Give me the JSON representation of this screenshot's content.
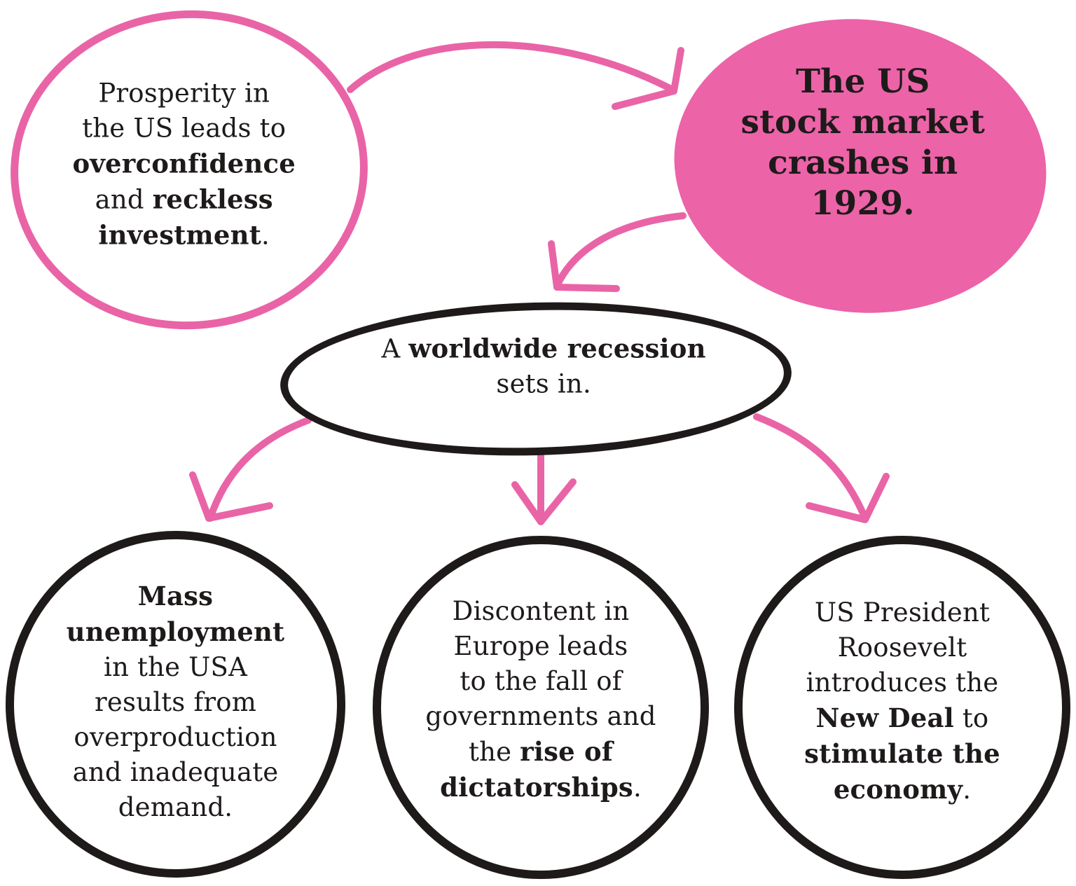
{
  "colors": {
    "accent_pink": "#ec63a8",
    "outline_pink": "#e964a6",
    "ink": "#1e1a1a",
    "background": "#ffffff"
  },
  "nodes": {
    "prosperity": {
      "l1": "Prosperity in",
      "l2": "the US leads to",
      "l3": "overconfidence",
      "l4a": "and ",
      "l4b": "reckless",
      "l5a": "investment",
      "l5b": "."
    },
    "crash": {
      "l1": "The US",
      "l2": "stock market",
      "l3": "crashes in",
      "l4": "1929."
    },
    "recession": {
      "l1a": "A ",
      "l1b": "worldwide recession",
      "l2": "sets in."
    },
    "unemployment": {
      "l1": "Mass",
      "l2": "unemployment",
      "l3": "in the USA",
      "l4": "results from",
      "l5": "overproduction",
      "l6": "and inadequate",
      "l7": "demand."
    },
    "discontent": {
      "l1": "Discontent in",
      "l2": "Europe leads",
      "l3": "to the fall of",
      "l4": "governments and",
      "l5a": "the ",
      "l5b": "rise of",
      "l6a": "dictatorships",
      "l6b": "."
    },
    "newdeal": {
      "l1": "US President",
      "l2": "Roosevelt",
      "l3": "introduces the",
      "l4a": "New Deal",
      "l4b": " to",
      "l5": "stimulate the",
      "l6a": "economy",
      "l6b": "."
    }
  }
}
